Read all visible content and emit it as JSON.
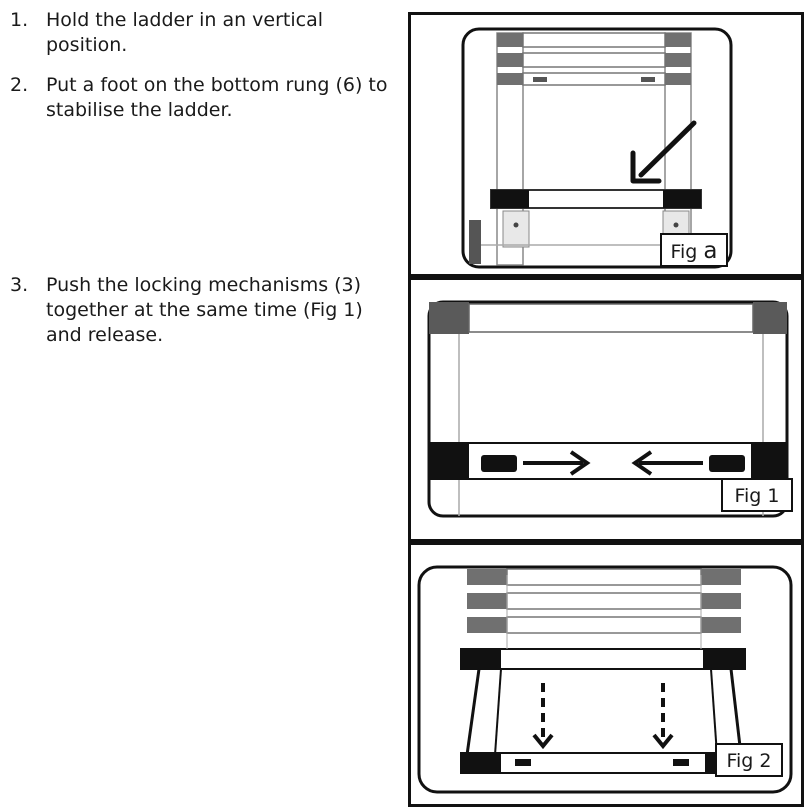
{
  "steps": [
    {
      "number": "1.",
      "text": "Hold the ladder in an vertical position."
    },
    {
      "number": "2.",
      "text": "Put a foot on the bottom rung (6) to stabilise the ladder."
    },
    {
      "number": "3.",
      "text": "Push the locking mechanisms (3) together at the same time (Fig 1) and release."
    }
  ],
  "figures": {
    "a": {
      "label_prefix": "Fig",
      "label_suffix": "a"
    },
    "fig1": {
      "label": "Fig 1"
    },
    "fig2": {
      "label": "Fig 2"
    }
  }
}
